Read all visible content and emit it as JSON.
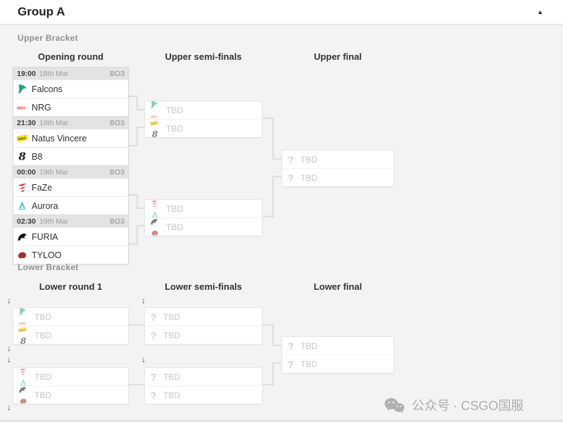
{
  "header": {
    "title": "Group A"
  },
  "icons": {
    "collapse": "▲",
    "arrow_down": "↓",
    "question": "?"
  },
  "upper_bracket": {
    "label": "Upper Bracket",
    "columns": [
      "Opening round",
      "Upper semi-finals",
      "Upper final"
    ],
    "opening_round": [
      {
        "time": "19:00",
        "date": "18th Mar",
        "format": "BO3",
        "teams": [
          {
            "name": "Falcons"
          },
          {
            "name": "NRG"
          }
        ]
      },
      {
        "time": "21:30",
        "date": "18th Mar",
        "format": "BO3",
        "teams": [
          {
            "name": "Natus Vincere"
          },
          {
            "name": "B8"
          }
        ]
      },
      {
        "time": "00:00",
        "date": "19th Mar",
        "format": "BO3",
        "teams": [
          {
            "name": "FaZe"
          },
          {
            "name": "Aurora"
          }
        ]
      },
      {
        "time": "02:30",
        "date": "19th Mar",
        "format": "BO3",
        "teams": [
          {
            "name": "FURIA"
          },
          {
            "name": "TYLOO"
          }
        ]
      }
    ],
    "semi_finals": [
      {
        "slots": [
          {
            "label": "TBD",
            "possible_teams": [
              "Falcons",
              "NRG"
            ]
          },
          {
            "label": "TBD",
            "possible_teams": [
              "Natus Vincere",
              "B8"
            ]
          }
        ]
      },
      {
        "slots": [
          {
            "label": "TBD",
            "possible_teams": [
              "FaZe",
              "Aurora"
            ]
          },
          {
            "label": "TBD",
            "possible_teams": [
              "FURIA",
              "TYLOO"
            ]
          }
        ]
      }
    ],
    "final": {
      "slots": [
        {
          "label": "TBD"
        },
        {
          "label": "TBD"
        }
      ]
    }
  },
  "lower_bracket": {
    "label": "Lower Bracket",
    "columns": [
      "Lower round 1",
      "Lower semi-finals",
      "Lower final"
    ],
    "round_1": [
      {
        "slots": [
          {
            "label": "TBD",
            "possible_teams": [
              "Falcons",
              "NRG"
            ]
          },
          {
            "label": "TBD",
            "possible_teams": [
              "Natus Vincere",
              "B8"
            ]
          }
        ]
      },
      {
        "slots": [
          {
            "label": "TBD",
            "possible_teams": [
              "FaZe",
              "Aurora"
            ]
          },
          {
            "label": "TBD",
            "possible_teams": [
              "FURIA",
              "TYLOO"
            ]
          }
        ]
      }
    ],
    "semi_finals": [
      {
        "slots": [
          {
            "label": "TBD"
          },
          {
            "label": "TBD"
          }
        ]
      },
      {
        "slots": [
          {
            "label": "TBD"
          },
          {
            "label": "TBD"
          }
        ]
      }
    ],
    "final": {
      "slots": [
        {
          "label": "TBD"
        },
        {
          "label": "TBD"
        }
      ]
    }
  },
  "watermark": {
    "text": "公众号 · CSGO国服"
  },
  "colors": {
    "body_bg": "#f3f3f3",
    "card_header_bg": "#e3e3e3",
    "connector": "#d6d6d6",
    "tbd_text": "#c6c6c6",
    "watermark_text": "#adadad",
    "falcons": "#1fa77d",
    "nrg": "#e03a3e",
    "navi": "#ffee00",
    "b8": "#1a1a1a",
    "faze": "#e4323b",
    "aurora": "#35c2b0",
    "furia": "#151515",
    "tyloo": "#a33333"
  }
}
